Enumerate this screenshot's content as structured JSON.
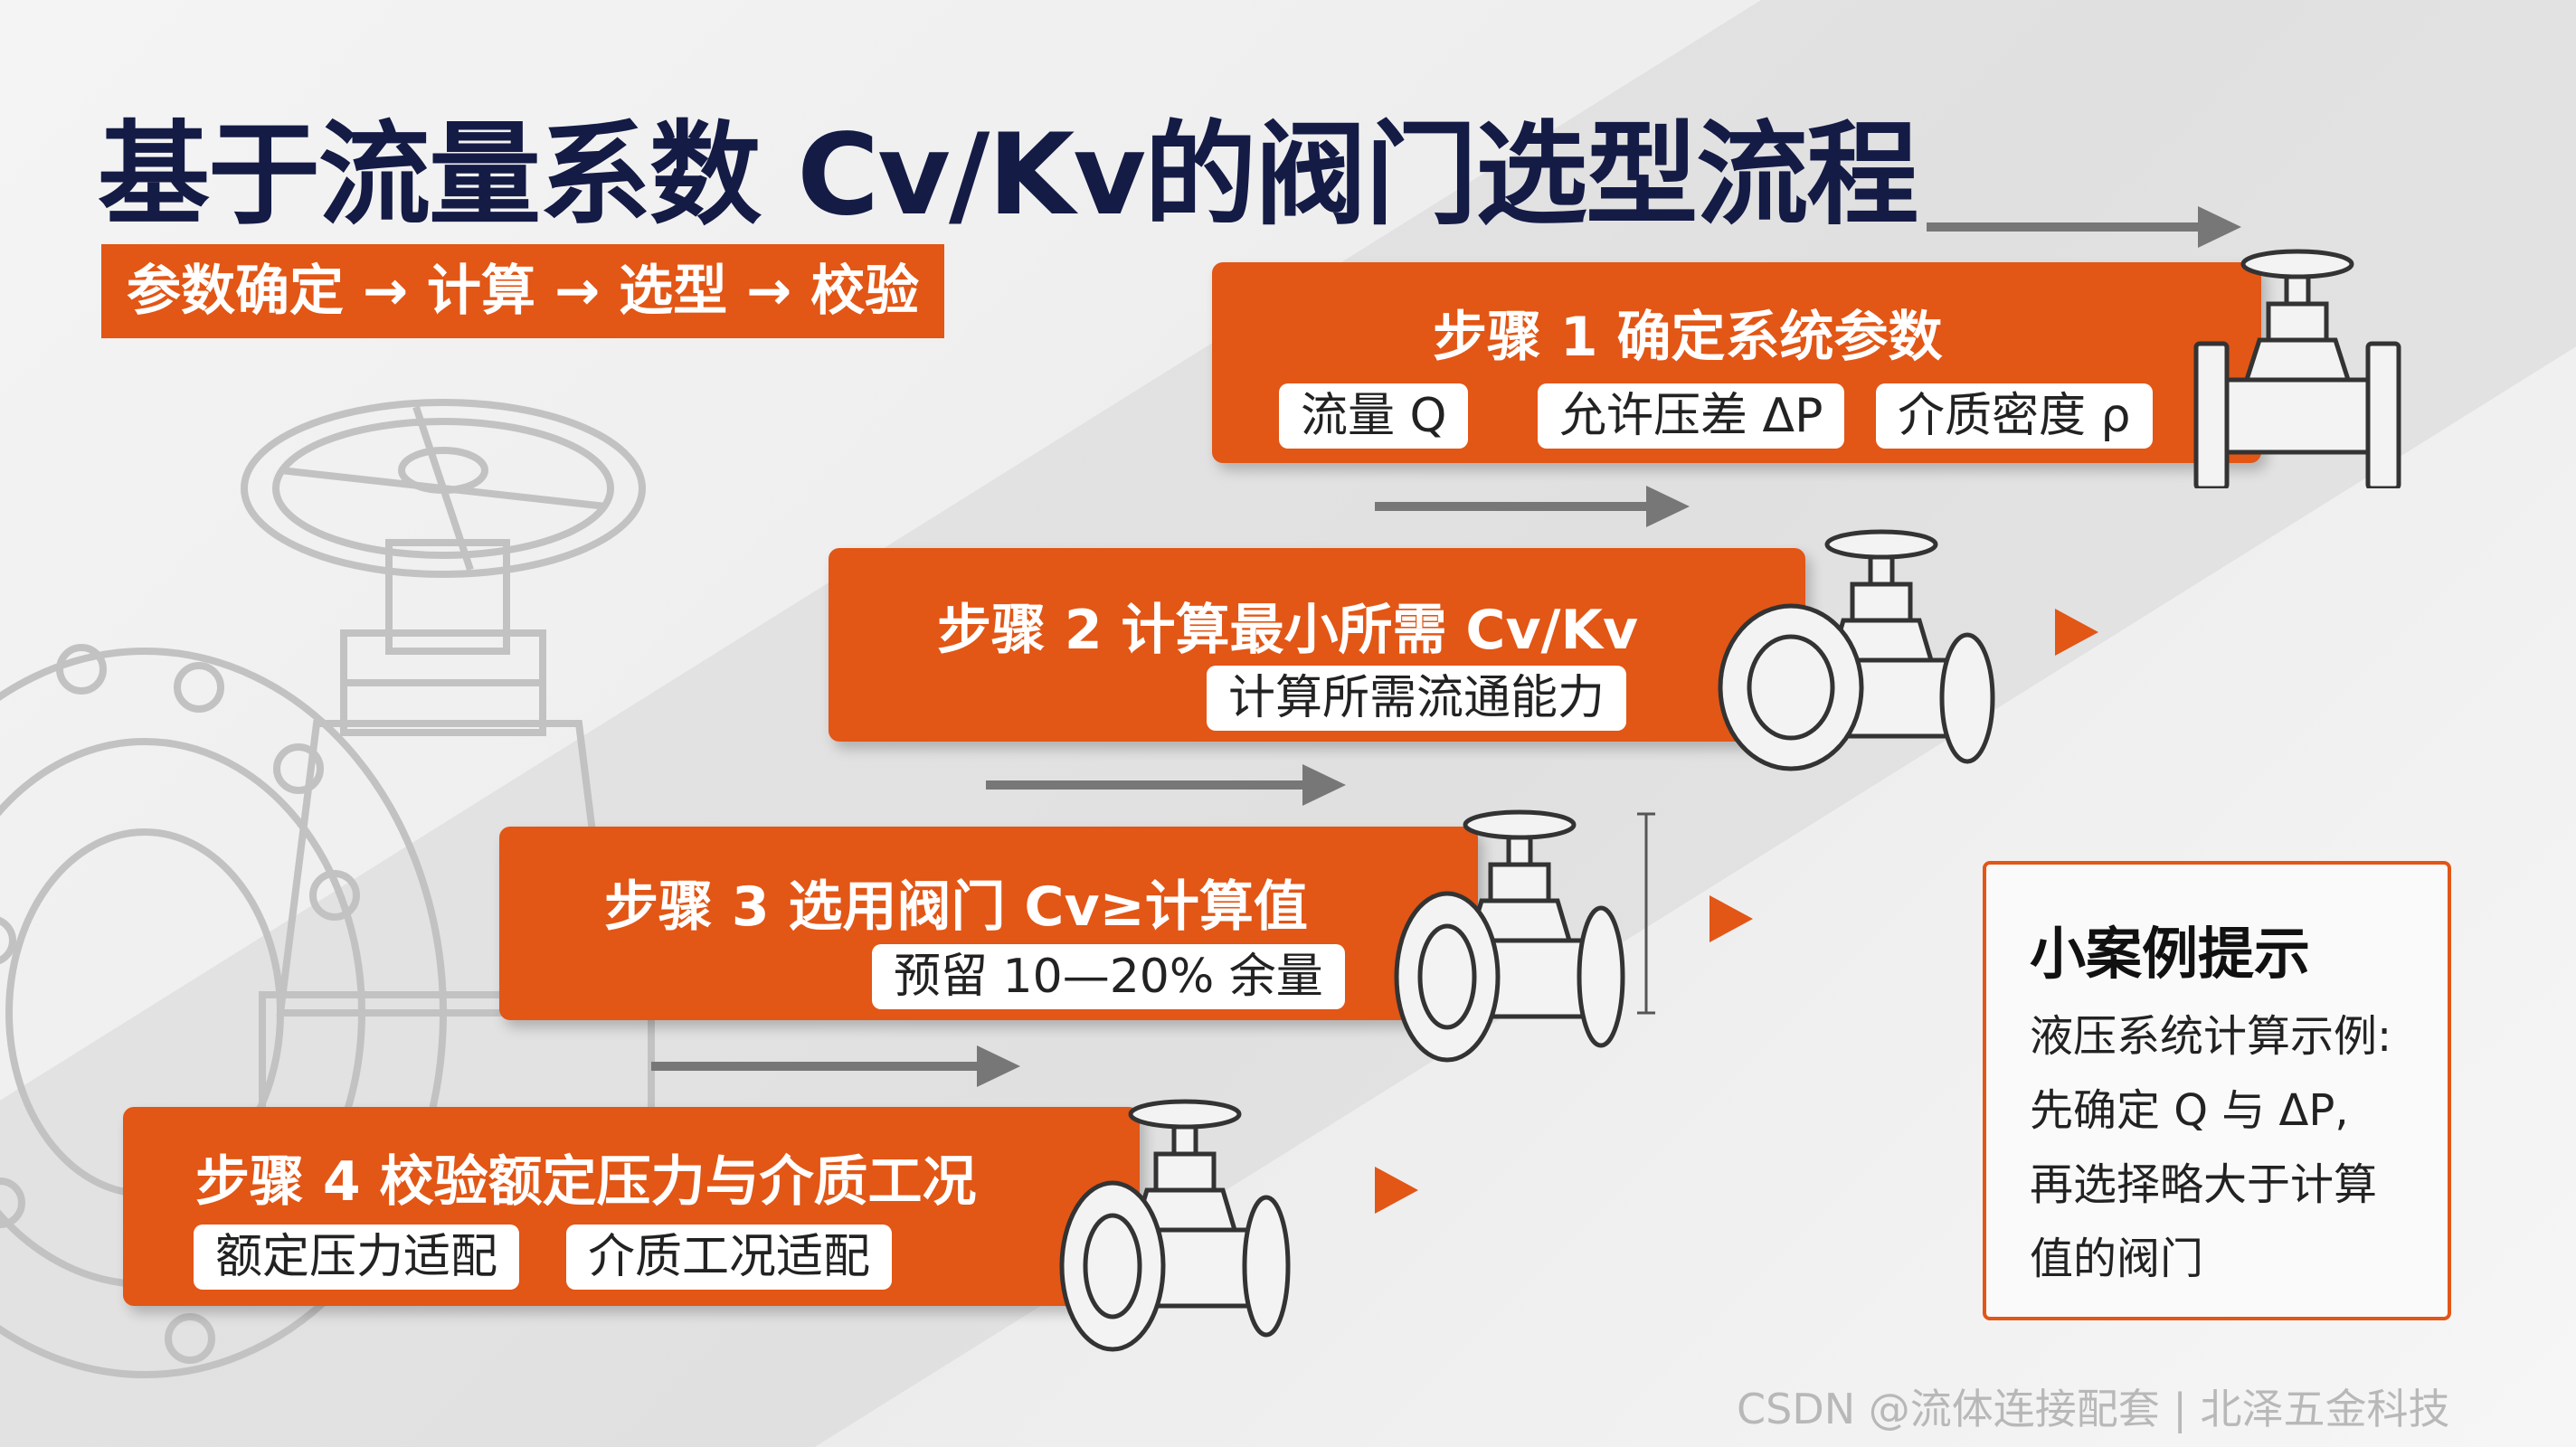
{
  "title": "基于流量系数 Cv/Kv的阀门选型流程",
  "flow_summary": "参数确定 → 计算 → 选型 → 校验",
  "steps": [
    {
      "title": "步骤 1 确定系统参数",
      "pills": [
        "流量 Q",
        "允许压差 ΔP",
        "介质密度 ρ"
      ]
    },
    {
      "title": "步骤 2 计算最小所需 Cv/Kv",
      "pills": [
        "计算所需流通能力"
      ]
    },
    {
      "title": "步骤 3 选用阀门 Cv≥计算值",
      "pills": [
        "预留 10—20% 余量"
      ]
    },
    {
      "title": "步骤 4 校验额定压力与介质工况",
      "pills": [
        "额定压力适配",
        "介质工况适配"
      ]
    }
  ],
  "case_tip": {
    "title": "小案例提示",
    "lines": [
      "液压系统计算示例:",
      "先确定 Q 与 ΔP,",
      "再选择略大于计算",
      "值的阀门"
    ]
  },
  "watermark": "CSDN @流体连接配套 | 北泽五金科技",
  "colors": {
    "accent": "#e25616",
    "title": "#141b45",
    "background": "#f0f0f0"
  },
  "icons": [
    "gate-valve-illustration",
    "arrow-right-icon",
    "play-triangle-icon"
  ]
}
